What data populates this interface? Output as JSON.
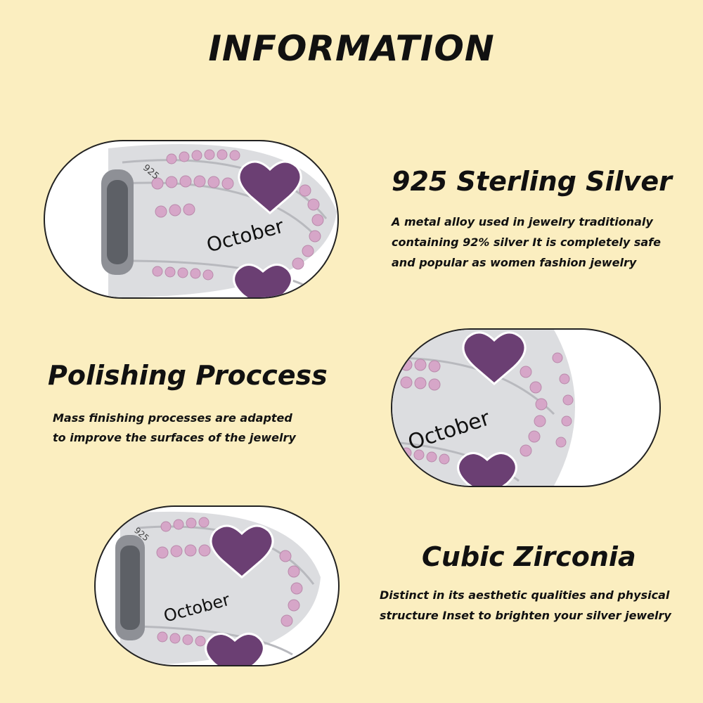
{
  "title": "INFORMATION",
  "engraving": "October",
  "hallmark": "925",
  "sections": [
    {
      "heading": "925 Sterling Silver",
      "desc_lines": [
        "A metal alloy used in jewelry traditionaly",
        "containing 92% silver It is completely safe",
        "and popular as women fashion jewelry"
      ]
    },
    {
      "heading": "Polishing Proccess",
      "desc_lines": [
        "Mass finishing processes are adapted",
        "to improve the surfaces of the jewelry"
      ]
    },
    {
      "heading": "Cubic Zirconia",
      "desc_lines": [
        "Distinct in its aesthetic qualities and physical",
        "structure Inset to brighten your silver jewelry"
      ]
    }
  ],
  "colors": {
    "background": "#fbeec0",
    "silver": "#d9dadd",
    "stone_pink": "#d6a6c8",
    "stone_purple": "#6b3f73"
  }
}
